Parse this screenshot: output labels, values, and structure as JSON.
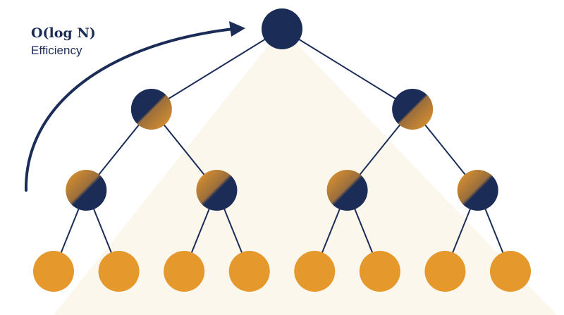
{
  "label": {
    "title": "O(log N)",
    "subtitle": "Efficiency"
  },
  "colors": {
    "background": "#ffffff",
    "triangle_fill": "#fcf7ed",
    "navy": "#1b2d57",
    "orange": "#e5982c",
    "edge": "#1b2d57"
  },
  "tree": {
    "levels": [
      {
        "count": 1,
        "style": "navy"
      },
      {
        "count": 2,
        "style": "split-navy-top-left"
      },
      {
        "count": 4,
        "style": "split-orange-top-left"
      },
      {
        "count": 8,
        "style": "orange"
      }
    ]
  },
  "icons": {
    "arrow": "curved-arrow-icon"
  }
}
